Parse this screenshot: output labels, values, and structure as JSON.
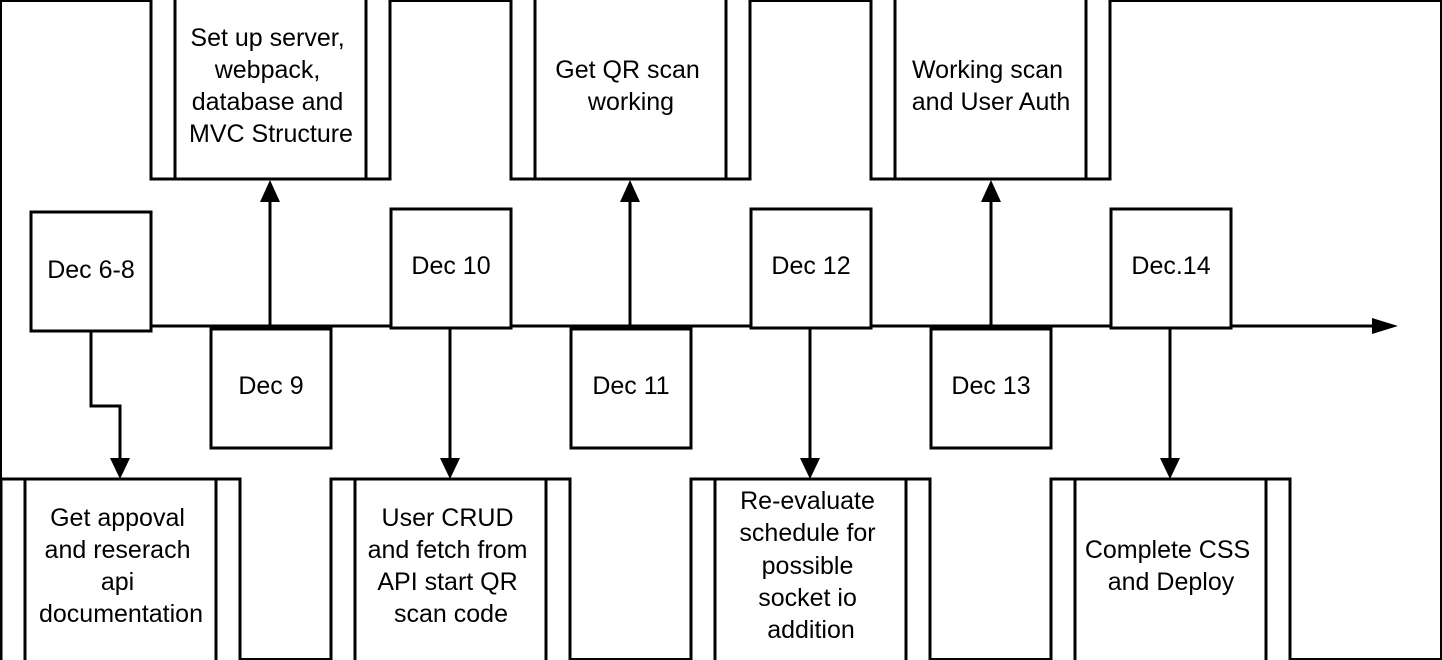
{
  "dates": [
    {
      "id": "dec-6-8",
      "label": "Dec 6-8"
    },
    {
      "id": "dec-9",
      "label": "Dec 9"
    },
    {
      "id": "dec-10",
      "label": "Dec 10"
    },
    {
      "id": "dec-11",
      "label": "Dec 11"
    },
    {
      "id": "dec-12",
      "label": "Dec 12"
    },
    {
      "id": "dec-13",
      "label": "Dec 13"
    },
    {
      "id": "dec-14",
      "label": "Dec.14"
    }
  ],
  "tasks": [
    {
      "id": "setup-server",
      "lines": [
        "Set up server,",
        "webpack,",
        "database and",
        "MVC Structure"
      ]
    },
    {
      "id": "qr-scan",
      "lines": [
        "Get QR scan",
        "working"
      ]
    },
    {
      "id": "working-scan-auth",
      "lines": [
        "Working scan",
        "and User Auth"
      ]
    },
    {
      "id": "approval-research",
      "lines": [
        "Get appoval",
        "and reserach",
        "api",
        "documentation"
      ]
    },
    {
      "id": "user-crud",
      "lines": [
        "User CRUD",
        "and fetch from",
        "API start QR",
        "scan code"
      ]
    },
    {
      "id": "re-evaluate",
      "lines": [
        "Re-evaluate",
        "schedule for",
        "possible",
        "socket io",
        "addition"
      ]
    },
    {
      "id": "css-deploy",
      "lines": [
        "Complete CSS",
        "and Deploy"
      ]
    }
  ]
}
